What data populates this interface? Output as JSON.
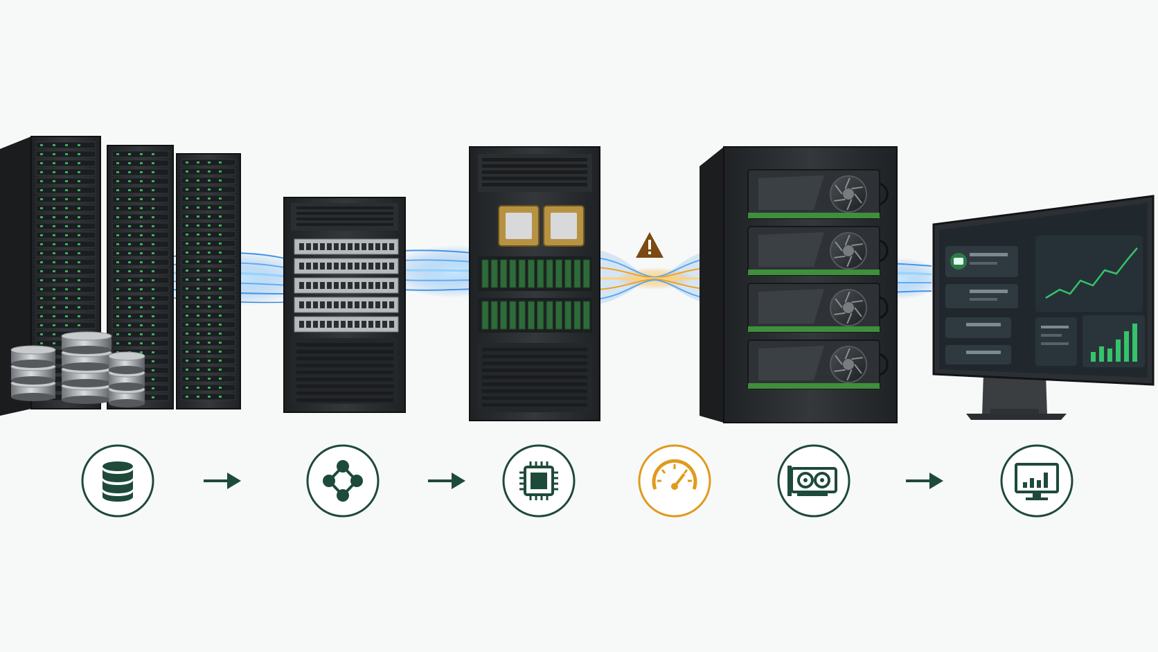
{
  "colors": {
    "background": "#f7f8f8",
    "rack_dark": "#26292b",
    "rack_mid": "#34383a",
    "led_green": "#3fae5a",
    "icon_green": "#1e4a3a",
    "flow_blue": "#3b8fe8",
    "flow_glow": "#8fd0ff",
    "bottleneck_orange": "#f2a21e",
    "warning_brown": "#7a4a12",
    "screen_bg": "#20282d",
    "chart_green": "#35c36b"
  },
  "stages": [
    {
      "name": "storage",
      "icon": "database-icon"
    },
    {
      "name": "network",
      "icon": "network-nodes-icon"
    },
    {
      "name": "cpu-memory",
      "icon": "cpu-chip-icon"
    },
    {
      "name": "bottleneck",
      "icon": "speedometer-icon"
    },
    {
      "name": "gpu",
      "icon": "gpu-card-icon"
    },
    {
      "name": "dashboard",
      "icon": "monitor-chart-icon"
    }
  ],
  "arrows": [
    "arrow-right-icon",
    "arrow-right-icon",
    "arrow-right-icon"
  ],
  "warning_icon": "warning-triangle-icon"
}
